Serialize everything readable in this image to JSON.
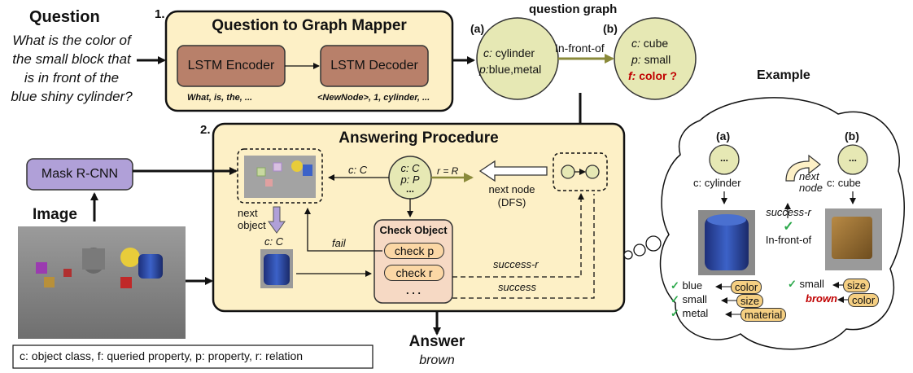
{
  "question": {
    "heading": "Question",
    "lines": [
      "What is the color of",
      "the small block that",
      "is in front of the",
      "blue shiny cylinder?"
    ]
  },
  "mapper": {
    "number": "1.",
    "title": "Question to Graph Mapper",
    "encoder": "LSTM Encoder",
    "decoder": "LSTM Decoder",
    "enc_tokens": "What, is, the, ...",
    "dec_tokens": "<NewNode>, 1, cylinder, ..."
  },
  "graph": {
    "title": "question graph",
    "node_a_label": "(a)",
    "node_b_label": "(b)",
    "edge": "In-front-of",
    "node_a": {
      "c_key": "c:",
      "c_val": "cylinder",
      "p_key": "p:",
      "p_val": "blue,metal"
    },
    "node_b": {
      "c_key": "c:",
      "c_val": "cube",
      "p_key": "p:",
      "p_val": "small",
      "f_key": "f:",
      "f_val": "color ?"
    }
  },
  "procedure": {
    "number": "2.",
    "title": "Answering Procedure",
    "mask_rcnn": "Mask R-CNN",
    "image_label": "Image",
    "edge_c": "c: C",
    "node_c": "c: C",
    "node_p": "p: P",
    "node_dots": "...",
    "r_label": "r = R",
    "next_node": "next node",
    "dfs": "(DFS)",
    "next_object": "next\nobject",
    "obj_c": "c: C",
    "fail": "fail",
    "check_title": "Check Object",
    "check_p": "check p",
    "check_r": "check r",
    "check_dots": ". . .",
    "success_r": "success-r",
    "success": "success"
  },
  "answer": {
    "heading": "Answer",
    "value": "brown"
  },
  "legend": "c: object class, f: queried property, p: property, r: relation",
  "example": {
    "title": "Example",
    "a_label": "(a)",
    "b_label": "(b)",
    "node_dots": "...",
    "a_class": "c: cylinder",
    "b_class": "c: cube",
    "next_node": "next\nnode",
    "success_r": "success-r",
    "check": "✓",
    "relation": "In-front-of",
    "left_rows": [
      {
        "value": "blue",
        "tag": "color"
      },
      {
        "value": "small",
        "tag": "size"
      },
      {
        "value": "metal",
        "tag": "material"
      }
    ],
    "right_rows": [
      {
        "value": "small",
        "tag": "size"
      },
      {
        "value": "brown",
        "tag": "color"
      }
    ]
  },
  "colors": {
    "panel": "#fdf0c6",
    "lstm": "#b8806a",
    "node": "#e6e8b4",
    "mask": "#b0a0d8",
    "check_object": "#f6d9c4",
    "pill": "#fbd7a5",
    "edge_arrow": "#8a8a3a",
    "accent_red": "#c00000",
    "check_green": "#2aa84a"
  }
}
